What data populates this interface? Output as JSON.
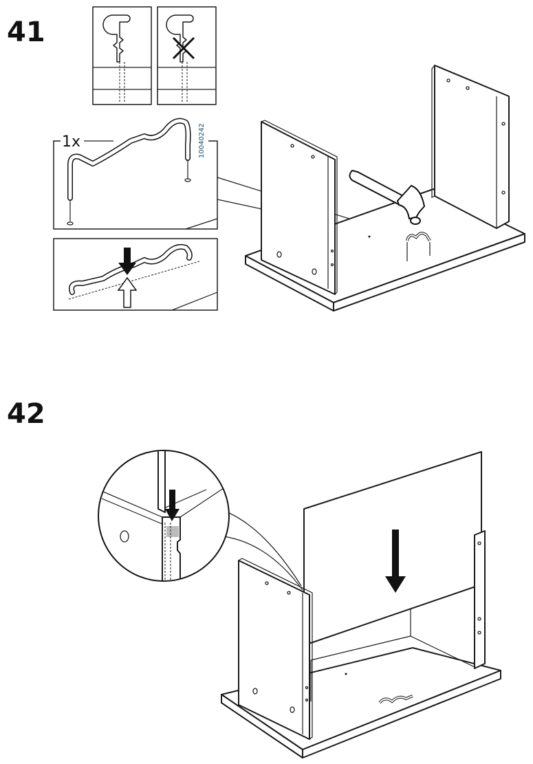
{
  "steps": [
    {
      "number": "41",
      "quantity_label": "1x",
      "part_number": "10040242",
      "icons": [
        "correct-insertion-icon",
        "wrong-insertion-icon",
        "hammer-icon",
        "wire-handle-icon",
        "arrow-down-icon",
        "arrow-up-icon"
      ]
    },
    {
      "number": "42",
      "icons": [
        "detail-magnifier-icon",
        "arrow-down-icon"
      ]
    }
  ]
}
